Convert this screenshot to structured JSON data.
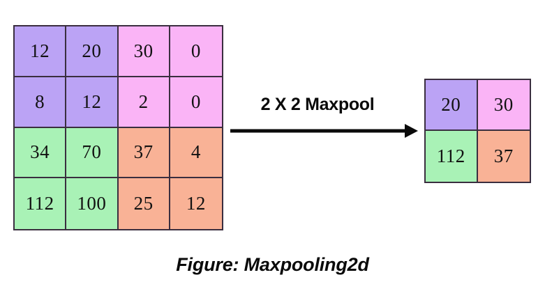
{
  "figure": {
    "caption": "Figure: Maxpooling2d",
    "operation_label": "2 X 2 Maxpool",
    "arrow_icon": "right-arrow-icon"
  },
  "colors": {
    "purple": "#bba3f5",
    "pink": "#fab4f6",
    "green": "#a9f2b6",
    "orange": "#f9b296",
    "border": "#3a2e3f",
    "text": "#111111",
    "background": "#ffffff"
  },
  "input_matrix": {
    "rows": 4,
    "cols": 4,
    "cells": [
      {
        "value": "12",
        "color": "purple"
      },
      {
        "value": "20",
        "color": "purple"
      },
      {
        "value": "30",
        "color": "pink"
      },
      {
        "value": "0",
        "color": "pink"
      },
      {
        "value": "8",
        "color": "purple"
      },
      {
        "value": "12",
        "color": "purple"
      },
      {
        "value": "2",
        "color": "pink"
      },
      {
        "value": "0",
        "color": "pink"
      },
      {
        "value": "34",
        "color": "green"
      },
      {
        "value": "70",
        "color": "green"
      },
      {
        "value": "37",
        "color": "orange"
      },
      {
        "value": "4",
        "color": "orange"
      },
      {
        "value": "112",
        "color": "green"
      },
      {
        "value": "100",
        "color": "green"
      },
      {
        "value": "25",
        "color": "orange"
      },
      {
        "value": "12",
        "color": "orange"
      }
    ]
  },
  "output_matrix": {
    "rows": 2,
    "cols": 2,
    "cells": [
      {
        "value": "20",
        "color": "purple"
      },
      {
        "value": "30",
        "color": "pink"
      },
      {
        "value": "112",
        "color": "green"
      },
      {
        "value": "37",
        "color": "orange"
      }
    ]
  }
}
